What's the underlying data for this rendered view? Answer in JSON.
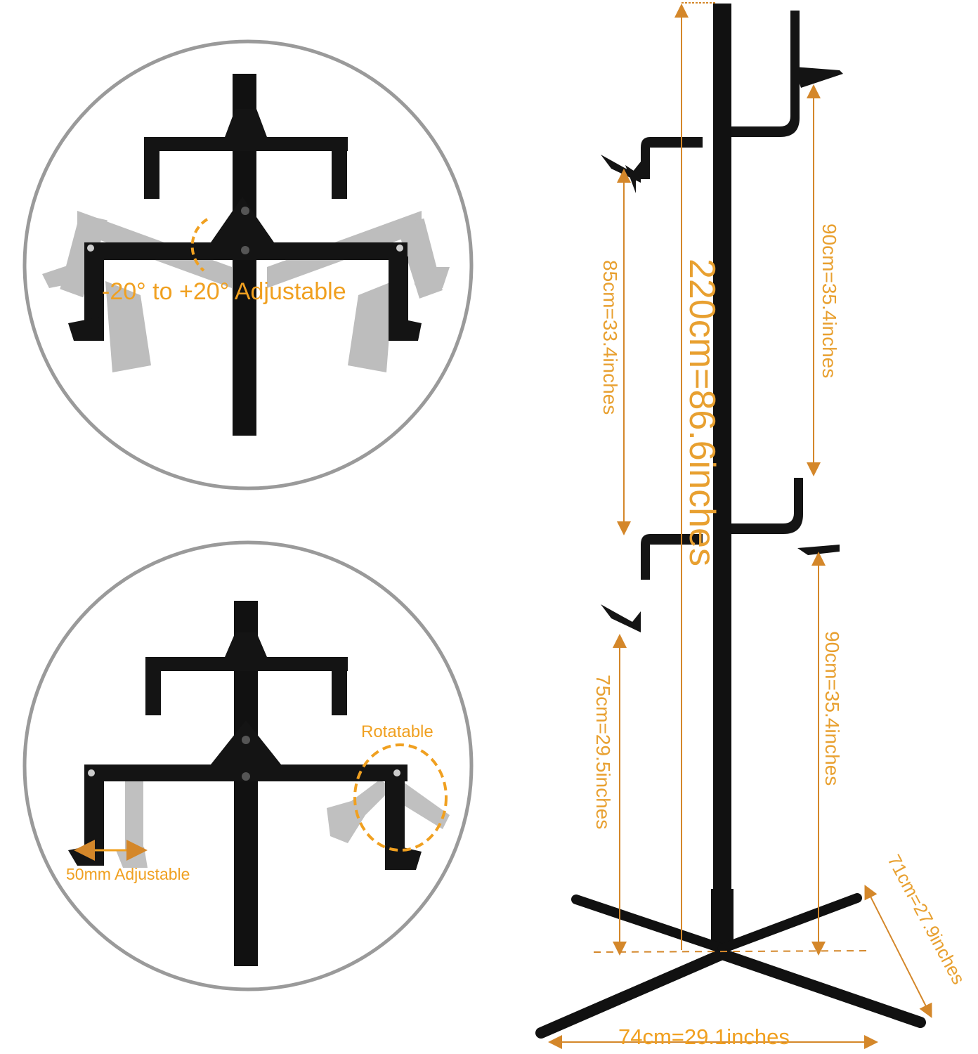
{
  "title": "Bike Storage Stand Dimensions",
  "accent_color": "#f0a020",
  "line_color": "#d4872a",
  "circle_color": "#999999",
  "rack_color": "#111111",
  "ghost_color": "#b5b5b5",
  "detail_top": {
    "label": "-20° to +20° Adjustable",
    "icon": "rotation-arc-icon"
  },
  "detail_bottom": {
    "rotatable_label": "Rotatable",
    "slide_label": "50mm Adjustable",
    "icons": [
      "rotation-circle-icon",
      "double-arrow-icon"
    ]
  },
  "dimensions": {
    "total_height": "220cm=86.6inches",
    "top_hook_to_mid": "85cm=33.4inches",
    "top_right_span": "90cm=35.4inches",
    "lower_hook_height": "75cm=29.5inches",
    "lower_right_span": "90cm=35.4inches",
    "base_depth": "71cm=27.9inches",
    "base_width": "74cm=29.1inches"
  }
}
